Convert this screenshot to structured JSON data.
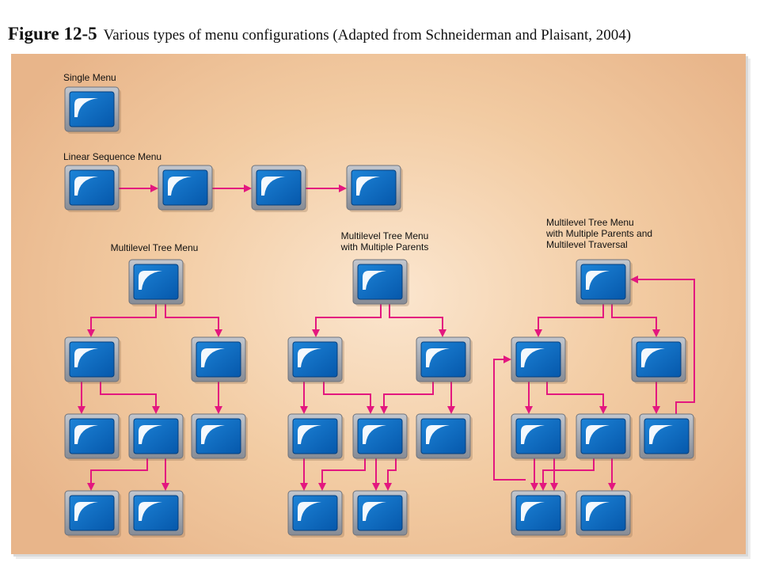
{
  "figure": {
    "number": "Figure 12-5",
    "caption": "Various types of menu configurations (Adapted from Schneiderman and Plaisant, 2004)"
  },
  "sections": {
    "single": {
      "label": "Single Menu"
    },
    "linear": {
      "label": "Linear Sequence Menu"
    },
    "tree": {
      "label": "Multilevel Tree Menu"
    },
    "tree_parents": {
      "label_lines": [
        "Multilevel Tree Menu",
        "with Multiple Parents"
      ]
    },
    "tree_traversal": {
      "label_lines": [
        "Multilevel Tree Menu",
        "with Multiple Parents and",
        "Multilevel Traversal"
      ]
    }
  },
  "colors": {
    "arrow": "#e3177f",
    "screen": "#0a6cc4",
    "bezel": "#9ea3ad",
    "panel": "#f2cba2"
  }
}
